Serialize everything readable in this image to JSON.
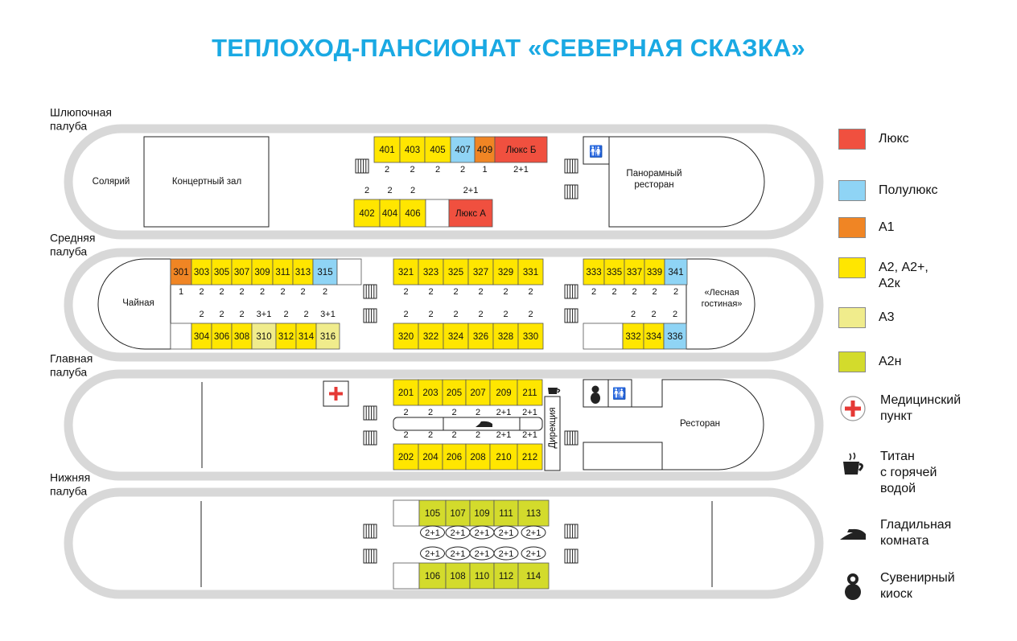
{
  "title": "ТЕПЛОХОД-ПАНСИОНАТ «СЕВЕРНАЯ СКАЗКА»",
  "colors": {
    "lux": "#f0503f",
    "semilux": "#8fd4f5",
    "a1": "#f08524",
    "a2": "#ffe600",
    "a3": "#f0ec8c",
    "a2n": "#d3db2c",
    "hull": "#d8d8d8",
    "title": "#1aa9e3",
    "cross": "#e53935"
  },
  "legend": [
    {
      "key": "lux",
      "label": "Люкс",
      "color": "#f0503f"
    },
    {
      "key": "semilux",
      "label": "Полулюкс",
      "color": "#8fd4f5"
    },
    {
      "key": "a1",
      "label": "А1",
      "color": "#f08524"
    },
    {
      "key": "a2",
      "label": "А2, А2+,\nА2к",
      "color": "#ffe600"
    },
    {
      "key": "a3",
      "label": "А3",
      "color": "#f0ec8c"
    },
    {
      "key": "a2n",
      "label": "А2н",
      "color": "#d3db2c"
    },
    {
      "key": "medical",
      "label": "Медицинский\nпункт",
      "icon": "medical-cross-icon"
    },
    {
      "key": "titan",
      "label": "Титан\nс горячей\nводой",
      "icon": "hot-water-cup-icon"
    },
    {
      "key": "ironing",
      "label": "Гладильная\nкомната",
      "icon": "iron-icon"
    },
    {
      "key": "souvenir",
      "label": "Сувенирный\nкиоск",
      "icon": "matryoshka-icon"
    }
  ],
  "decks": {
    "boat": {
      "name": "Шлюпочная\nпалуба",
      "rooms": {
        "solarium": "Солярий",
        "concert": "Концертный зал",
        "panorama": "Панорамный\nресторан"
      },
      "cabins_top": [
        {
          "num": "401",
          "cls": "a2",
          "beds": "2"
        },
        {
          "num": "403",
          "cls": "a2",
          "beds": "2"
        },
        {
          "num": "405",
          "cls": "a2",
          "beds": "2"
        },
        {
          "num": "407",
          "cls": "semilux",
          "beds": "2"
        },
        {
          "num": "409",
          "cls": "a1",
          "beds": "1"
        },
        {
          "num": "Люкс Б",
          "cls": "lux",
          "beds": "2+1"
        }
      ],
      "cabins_bottom": [
        {
          "num": "402",
          "cls": "a2",
          "beds": "2"
        },
        {
          "num": "404",
          "cls": "a2",
          "beds": "2"
        },
        {
          "num": "406",
          "cls": "a2",
          "beds": "2"
        },
        {
          "num": "",
          "cls": "none",
          "beds": ""
        },
        {
          "num": "Люкс А",
          "cls": "lux",
          "beds": "2+1"
        }
      ]
    },
    "middle": {
      "name": "Средняя\nпалуба",
      "rooms": {
        "tea": "Чайная",
        "forest": "«Лесная\nгостиная»"
      },
      "cabins_top_a": [
        {
          "num": "301",
          "cls": "a1",
          "beds": "1"
        },
        {
          "num": "303",
          "cls": "a2",
          "beds": "2"
        },
        {
          "num": "305",
          "cls": "a2",
          "beds": "2"
        },
        {
          "num": "307",
          "cls": "a2",
          "beds": "2"
        },
        {
          "num": "309",
          "cls": "a2",
          "beds": "2"
        },
        {
          "num": "311",
          "cls": "a2",
          "beds": "2"
        },
        {
          "num": "313",
          "cls": "a2",
          "beds": "2"
        },
        {
          "num": "315",
          "cls": "semilux",
          "beds": "2"
        },
        {
          "num": "",
          "cls": "none",
          "beds": ""
        }
      ],
      "cabins_top_b": [
        {
          "num": "321",
          "cls": "a2",
          "beds": "2"
        },
        {
          "num": "323",
          "cls": "a2",
          "beds": "2"
        },
        {
          "num": "325",
          "cls": "a2",
          "beds": "2"
        },
        {
          "num": "327",
          "cls": "a2",
          "beds": "2"
        },
        {
          "num": "329",
          "cls": "a2",
          "beds": "2"
        },
        {
          "num": "331",
          "cls": "a2",
          "beds": "2"
        }
      ],
      "cabins_top_c": [
        {
          "num": "333",
          "cls": "a2",
          "beds": "2"
        },
        {
          "num": "335",
          "cls": "a2",
          "beds": "2"
        },
        {
          "num": "337",
          "cls": "a2",
          "beds": "2"
        },
        {
          "num": "339",
          "cls": "a2",
          "beds": "2"
        },
        {
          "num": "341",
          "cls": "semilux",
          "beds": "2"
        }
      ],
      "cabins_bottom_a": [
        {
          "num": "",
          "cls": "none",
          "beds": ""
        },
        {
          "num": "304",
          "cls": "a2",
          "beds": "2"
        },
        {
          "num": "306",
          "cls": "a2",
          "beds": "2"
        },
        {
          "num": "308",
          "cls": "a2",
          "beds": "2"
        },
        {
          "num": "310",
          "cls": "a3",
          "beds": "3+1"
        },
        {
          "num": "312",
          "cls": "a2",
          "beds": "2"
        },
        {
          "num": "314",
          "cls": "a2",
          "beds": "2"
        },
        {
          "num": "316",
          "cls": "a3",
          "beds": "3+1"
        }
      ],
      "cabins_bottom_b": [
        {
          "num": "320",
          "cls": "a2",
          "beds": "2"
        },
        {
          "num": "322",
          "cls": "a2",
          "beds": "2"
        },
        {
          "num": "324",
          "cls": "a2",
          "beds": "2"
        },
        {
          "num": "326",
          "cls": "a2",
          "beds": "2"
        },
        {
          "num": "328",
          "cls": "a2",
          "beds": "2"
        },
        {
          "num": "330",
          "cls": "a2",
          "beds": "2"
        }
      ],
      "cabins_bottom_c": [
        {
          "num": "",
          "cls": "none",
          "beds": ""
        },
        {
          "num": "332",
          "cls": "a2",
          "beds": "2"
        },
        {
          "num": "334",
          "cls": "a2",
          "beds": "2"
        },
        {
          "num": "336",
          "cls": "semilux",
          "beds": "2"
        }
      ]
    },
    "main": {
      "name": "Главная\nпалуба",
      "rooms": {
        "restaurant": "Ресторан",
        "office": "Дирекция"
      },
      "cabins_top": [
        {
          "num": "201",
          "cls": "a2",
          "beds": "2"
        },
        {
          "num": "203",
          "cls": "a2",
          "beds": "2"
        },
        {
          "num": "205",
          "cls": "a2",
          "beds": "2"
        },
        {
          "num": "207",
          "cls": "a2",
          "beds": "2"
        },
        {
          "num": "209",
          "cls": "a2",
          "beds": "2+1"
        },
        {
          "num": "211",
          "cls": "a2",
          "beds": "2+1"
        }
      ],
      "cabins_bottom": [
        {
          "num": "202",
          "cls": "a2",
          "beds": "2"
        },
        {
          "num": "204",
          "cls": "a2",
          "beds": "2"
        },
        {
          "num": "206",
          "cls": "a2",
          "beds": "2"
        },
        {
          "num": "208",
          "cls": "a2",
          "beds": "2"
        },
        {
          "num": "210",
          "cls": "a2",
          "beds": "2+1"
        },
        {
          "num": "212",
          "cls": "a2",
          "beds": "2+1"
        }
      ]
    },
    "lower": {
      "name": "Нижняя\nпалуба",
      "cabins_top": [
        {
          "num": "",
          "cls": "none",
          "beds": ""
        },
        {
          "num": "105",
          "cls": "a2n",
          "beds": "2+1"
        },
        {
          "num": "107",
          "cls": "a2n",
          "beds": "2+1"
        },
        {
          "num": "109",
          "cls": "a2n",
          "beds": "2+1"
        },
        {
          "num": "111",
          "cls": "a2n",
          "beds": "2+1"
        },
        {
          "num": "113",
          "cls": "a2n",
          "beds": "2+1"
        }
      ],
      "cabins_bottom": [
        {
          "num": "",
          "cls": "none",
          "beds": ""
        },
        {
          "num": "106",
          "cls": "a2n",
          "beds": "2+1"
        },
        {
          "num": "108",
          "cls": "a2n",
          "beds": "2+1"
        },
        {
          "num": "110",
          "cls": "a2n",
          "beds": "2+1"
        },
        {
          "num": "112",
          "cls": "a2n",
          "beds": "2+1"
        },
        {
          "num": "114",
          "cls": "a2n",
          "beds": "2+1"
        }
      ]
    }
  }
}
